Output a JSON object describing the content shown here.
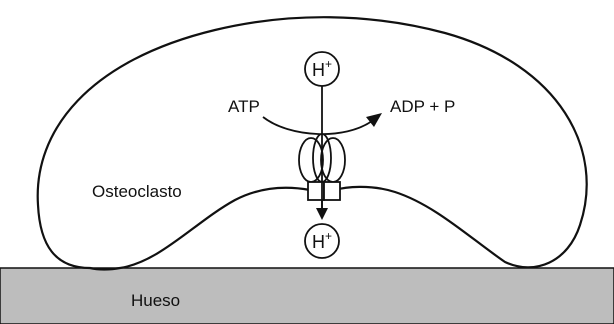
{
  "labels": {
    "atp": "ATP",
    "products": "ADP + P",
    "cell": "Osteoclasto",
    "bone": "Hueso"
  },
  "ions": {
    "top": {
      "symbol": "H",
      "charge": "+"
    },
    "bottom": {
      "symbol": "H",
      "charge": "+"
    }
  },
  "colors": {
    "bone_fill": "#bdbdbd",
    "stroke": "#111111",
    "background": "#ffffff"
  }
}
